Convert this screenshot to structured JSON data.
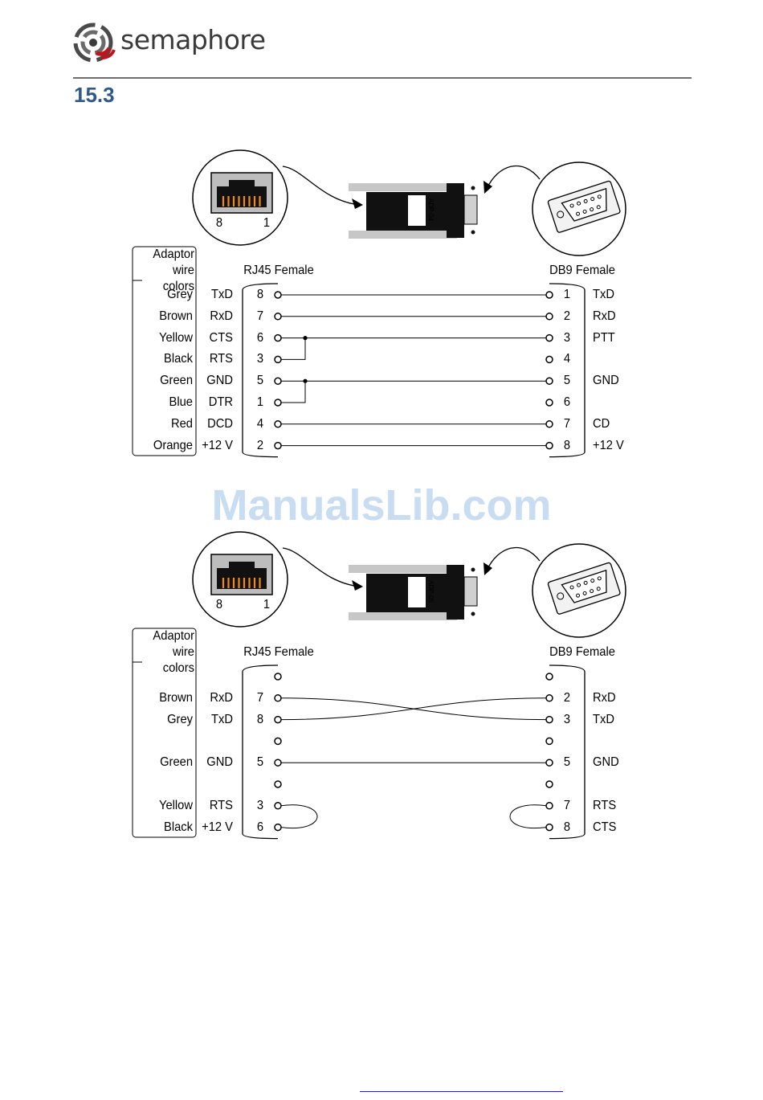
{
  "brand": {
    "name": "semaphore"
  },
  "section": {
    "number": "15.3"
  },
  "watermark": "ManualsLib.com",
  "diagrams": [
    {
      "adaptor_label": "ADP-04",
      "rj45_pin_labels": {
        "left": "8",
        "right": "1"
      },
      "wire_colors_caption": "Adaptor wire colors",
      "left_header": "RJ45 Female",
      "right_header": "DB9 Female",
      "rows": [
        {
          "color": "Grey",
          "rj_signal": "TxD",
          "rj_pin": "8",
          "db_pin": "1",
          "db_signal": "TxD"
        },
        {
          "color": "Brown",
          "rj_signal": "RxD",
          "rj_pin": "7",
          "db_pin": "2",
          "db_signal": "RxD"
        },
        {
          "color": "Yellow",
          "rj_signal": "CTS",
          "rj_pin": "6",
          "db_pin": "3",
          "db_signal": "PTT"
        },
        {
          "color": "Black",
          "rj_signal": "RTS",
          "rj_pin": "3",
          "db_pin": "4",
          "db_signal": ""
        },
        {
          "color": "Green",
          "rj_signal": "GND",
          "rj_pin": "5",
          "db_pin": "5",
          "db_signal": "GND"
        },
        {
          "color": "Blue",
          "rj_signal": "DTR",
          "rj_pin": "1",
          "db_pin": "6",
          "db_signal": ""
        },
        {
          "color": "Red",
          "rj_signal": "DCD",
          "rj_pin": "4",
          "db_pin": "7",
          "db_signal": "CD"
        },
        {
          "color": "Orange",
          "rj_signal": "+12 V",
          "rj_pin": "2",
          "db_pin": "8",
          "db_signal": "+12 V"
        }
      ]
    },
    {
      "adaptor_label": "ADP-05",
      "rj45_pin_labels": {
        "left": "8",
        "right": "1"
      },
      "wire_colors_caption": "Adaptor wire colors",
      "left_header": "RJ45 Female",
      "right_header": "DB9 Female",
      "rows": [
        {
          "color": "",
          "rj_signal": "",
          "rj_pin": "",
          "db_pin": "",
          "db_signal": ""
        },
        {
          "color": "Brown",
          "rj_signal": "RxD",
          "rj_pin": "7",
          "db_pin": "2",
          "db_signal": "RxD"
        },
        {
          "color": "Grey",
          "rj_signal": "TxD",
          "rj_pin": "8",
          "db_pin": "3",
          "db_signal": "TxD"
        },
        {
          "color": "",
          "rj_signal": "",
          "rj_pin": "",
          "db_pin": "",
          "db_signal": ""
        },
        {
          "color": "Green",
          "rj_signal": "GND",
          "rj_pin": "5",
          "db_pin": "5",
          "db_signal": "GND"
        },
        {
          "color": "",
          "rj_signal": "",
          "rj_pin": "",
          "db_pin": "",
          "db_signal": ""
        },
        {
          "color": "Yellow",
          "rj_signal": "RTS",
          "rj_pin": "3",
          "db_pin": "7",
          "db_signal": "RTS"
        },
        {
          "color": "Black",
          "rj_signal": "+12 V",
          "rj_pin": "6",
          "db_pin": "8",
          "db_signal": "CTS"
        }
      ]
    }
  ]
}
